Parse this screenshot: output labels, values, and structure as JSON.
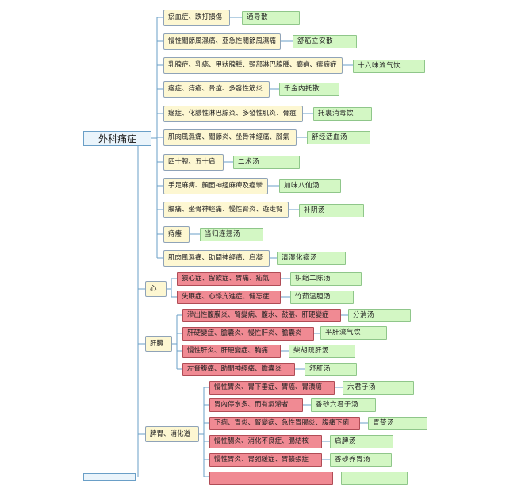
{
  "root": "外科痛症",
  "groups": [
    {
      "condition": "瘀血症、跌打損傷",
      "formula": "通导散"
    },
    {
      "condition": "慢性關節風濕痛、亞急性關節風濕痛",
      "formula": "舒筋立安散"
    },
    {
      "condition": "乳腺症、乳癌、甲狀腺腫、頸部淋巴腺腫、癲疽、瘰疬症",
      "formula": "十六味流气饮"
    },
    {
      "condition": "癰症、痔瘡、骨疽、多發性筋炎",
      "formula": "千金内托散"
    },
    {
      "condition": "癰症、化膿性淋巴腺炎、多發性肌炎、骨疽",
      "formula": "托裏消毒饮"
    },
    {
      "condition": "肌肉風濕痛、關節炎、坐骨神經痛、腳氣",
      "formula": "舒经活血汤"
    },
    {
      "condition": "四十腕、五十肩",
      "formula": "二术汤"
    },
    {
      "condition": "手足麻痺、顏面神經麻痺及痙攣",
      "formula": "加味八仙汤"
    },
    {
      "condition": "腰痛、坐骨神經痛、慢性腎炎、遊走腎",
      "formula": "补阴汤"
    },
    {
      "condition": "痔瘻",
      "formula": "当归连翘汤"
    },
    {
      "condition": "肌肉風濕痛、助間神經痛、肩凝",
      "formula": "清湿化痰汤"
    }
  ],
  "organs": [
    {
      "label": "心",
      "items": [
        {
          "condition": "狹心症、留飲症、胃痛、疝氣",
          "formula": "枳缩二陈汤"
        },
        {
          "condition": "失眠症、心悸亢進症、健忘症",
          "formula": "竹茹温胆汤"
        }
      ]
    },
    {
      "label": "肝臟",
      "items": [
        {
          "condition": "滲出性腹膜炎、腎變病、腹水、鼓脹、肝硬變症",
          "formula": "分消汤"
        },
        {
          "condition": "肝硬變症、膽囊炎、慢性肝炎、膽囊炎",
          "formula": "平肝流气饮"
        },
        {
          "condition": "慢性肝炎、肝硬變症、胸痛",
          "formula": "柴胡疏肝汤"
        },
        {
          "condition": "左脅腹痛、助間神經痛、膽囊炎",
          "formula": "舒肝汤"
        }
      ]
    },
    {
      "label": "脾胃、消化道",
      "items": [
        {
          "condition": "慢性胃炎、胃下垂症、胃癌、胃潰瘍",
          "formula": "六君子汤"
        },
        {
          "condition": "胃內停水多、而有氣滯者",
          "formula": "香砂六君子汤"
        },
        {
          "condition": "下痢、胃炎、腎變病、急性胃腸炎、腹痛下痢",
          "formula": "胃苓汤"
        },
        {
          "condition": "慢性腸炎、消化不良症、腸結核",
          "formula": "启脾汤"
        },
        {
          "condition": "慢性胃炎、胃弛緩症、胃擴張症",
          "formula": "香砂养胃汤"
        },
        {
          "condition": "",
          "formula": ""
        }
      ]
    }
  ]
}
